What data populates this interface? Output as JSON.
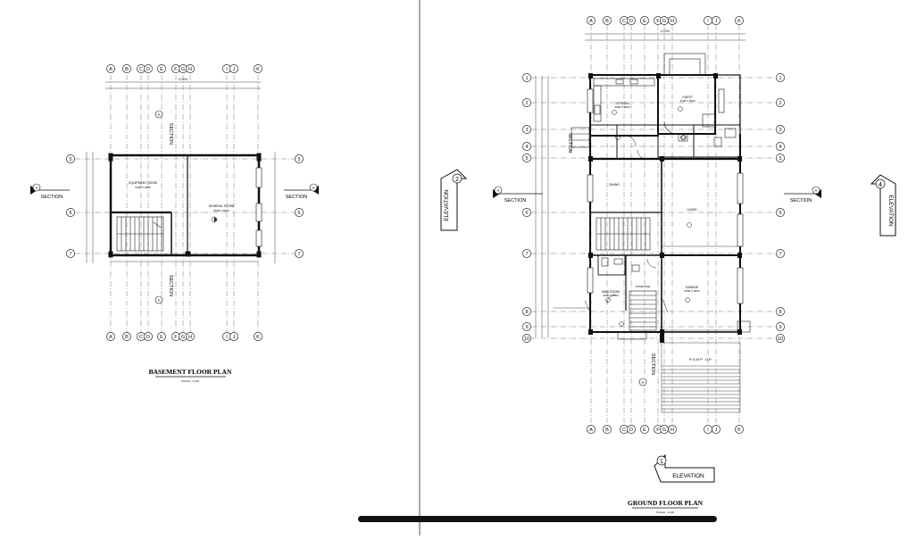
{
  "grid": {
    "columns": [
      "A",
      "B",
      "C",
      "D",
      "E",
      "F",
      "G",
      "H",
      "I",
      "J",
      "K"
    ],
    "basement_rows": [
      "5",
      "6",
      "7"
    ],
    "ground_rows": [
      "1",
      "2",
      "3",
      "4",
      "5",
      "6",
      "7",
      "8",
      "9",
      "10"
    ]
  },
  "basement": {
    "title": "BASEMENT FLOOR PLAN",
    "scale": "SCALE : 1:100",
    "rooms": [
      {
        "name": "EQUIPMENT ROOM",
        "dims": "5400 X 3080"
      },
      {
        "name": "GENERAL STORE",
        "dims": "5500 X 5000"
      }
    ],
    "overall_dim": "11000"
  },
  "ground": {
    "title": "GROUND FLOOR PLAN",
    "scale": "SCALE : 1:100",
    "rooms": [
      {
        "name": "KITCHEN",
        "dims": "4000 X 3000"
      },
      {
        "name": "GUEST",
        "dims": "4100 X 3600"
      },
      {
        "name": "DINING",
        "dims": ""
      },
      {
        "name": "LIVING",
        "dims": ""
      },
      {
        "name": "GARAGE",
        "dims": "5000 X 5000"
      },
      {
        "name": "MAID ROOM",
        "dims": "3000 X 2000"
      },
      {
        "name": "STAIRCASE",
        "dims": ""
      },
      {
        "name": "RAMP UP",
        "dims": ""
      }
    ],
    "overall_dim": "11000"
  },
  "markers": {
    "section_label": "SECTION",
    "elevation_label": "ELEVATION",
    "section_ref": "A",
    "elevations": [
      "1",
      "2",
      "4"
    ]
  }
}
